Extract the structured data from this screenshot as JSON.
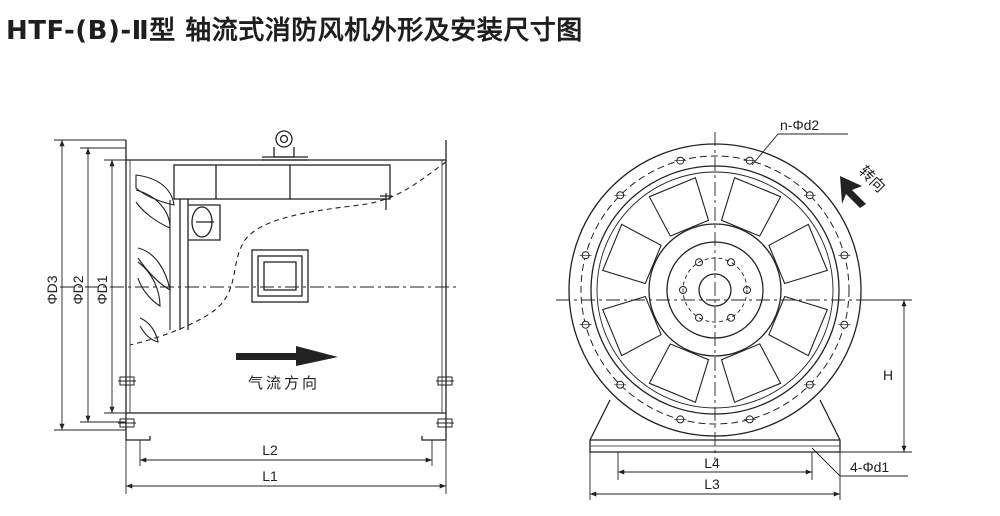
{
  "title": "HTF-(B)-Ⅱ型 轴流式消防风机外形及安装尺寸图",
  "side_view": {
    "labels": {
      "d3": "ΦD3",
      "d2": "ΦD2",
      "d1": "ΦD1",
      "l2": "L2",
      "l1": "L1",
      "airflow": "气流方向"
    }
  },
  "front_view": {
    "labels": {
      "holes_top": "n-Φd2",
      "rotation": "转向",
      "h": "H",
      "l4": "L4",
      "l3": "L3",
      "holes_base": "4-Φd1"
    }
  }
}
